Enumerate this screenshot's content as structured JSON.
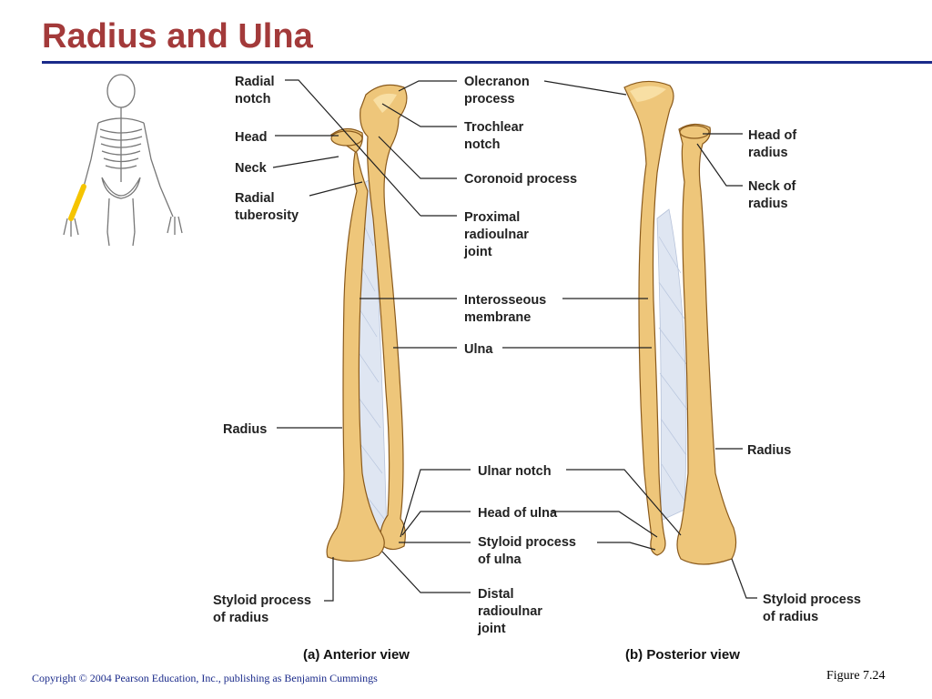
{
  "slide": {
    "title": "Radius and Ulna",
    "copyright": "Copyright © 2004 Pearson Education, Inc., publishing as Benjamin Cummings",
    "figure": "Figure 7.24"
  },
  "views": {
    "anterior": "(a) Anterior view",
    "posterior": "(b) Posterior view"
  },
  "labels": {
    "radial_notch": [
      "Radial",
      "notch"
    ],
    "head": [
      "Head"
    ],
    "neck": [
      "Neck"
    ],
    "radial_tuberosity": [
      "Radial",
      "tuberosity"
    ],
    "radius_a": [
      "Radius"
    ],
    "styloid_radius_a": [
      "Styloid process",
      "of radius"
    ],
    "olecranon": [
      "Olecranon",
      "process"
    ],
    "trochlear_notch": [
      "Trochlear",
      "notch"
    ],
    "coronoid": [
      "Coronoid process"
    ],
    "proximal_ru_joint": [
      "Proximal",
      "radioulnar",
      "joint"
    ],
    "interosseous": [
      "Interosseous",
      "membrane"
    ],
    "ulna": [
      "Ulna"
    ],
    "ulnar_notch": [
      "Ulnar notch"
    ],
    "head_of_ulna": [
      "Head of ulna"
    ],
    "styloid_ulna": [
      "Styloid process",
      "of ulna"
    ],
    "distal_ru_joint": [
      "Distal",
      "radioulnar",
      "joint"
    ],
    "head_of_radius": [
      "Head of",
      "radius"
    ],
    "neck_of_radius": [
      "Neck of",
      "radius"
    ],
    "radius_b": [
      "Radius"
    ],
    "styloid_radius_b": [
      "Styloid process",
      "of radius"
    ]
  },
  "colors": {
    "title": "#a33a3a",
    "rule": "#1a2a8a",
    "bone": "#eec67a",
    "highlight": "#f5c400"
  }
}
